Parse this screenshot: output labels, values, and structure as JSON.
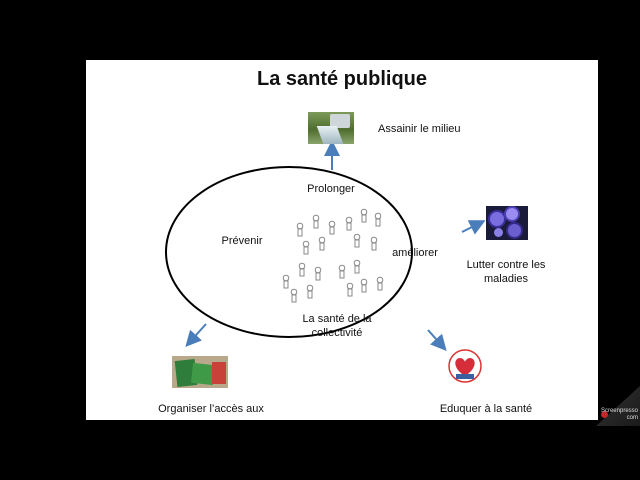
{
  "slide": {
    "title": "La santé publique",
    "center": {
      "top_label": "Prolonger",
      "left_label": "Prévenir",
      "right_label": "améliorer",
      "bottom_label_line1": "La santé de la",
      "bottom_label_line2": "collectivité"
    },
    "outcomes": {
      "top_right": "Assainir le milieu",
      "right_line1": "Lutter contre les",
      "right_line2": "maladies",
      "bottom_right": "Eduquer à la santé",
      "bottom_left": "Organiser l’accès aux"
    },
    "colors": {
      "arrow": "#4a7ebb",
      "ellipse": "#000000"
    }
  },
  "watermark": {
    "line1": "Screenpresso",
    "line2": "com"
  }
}
